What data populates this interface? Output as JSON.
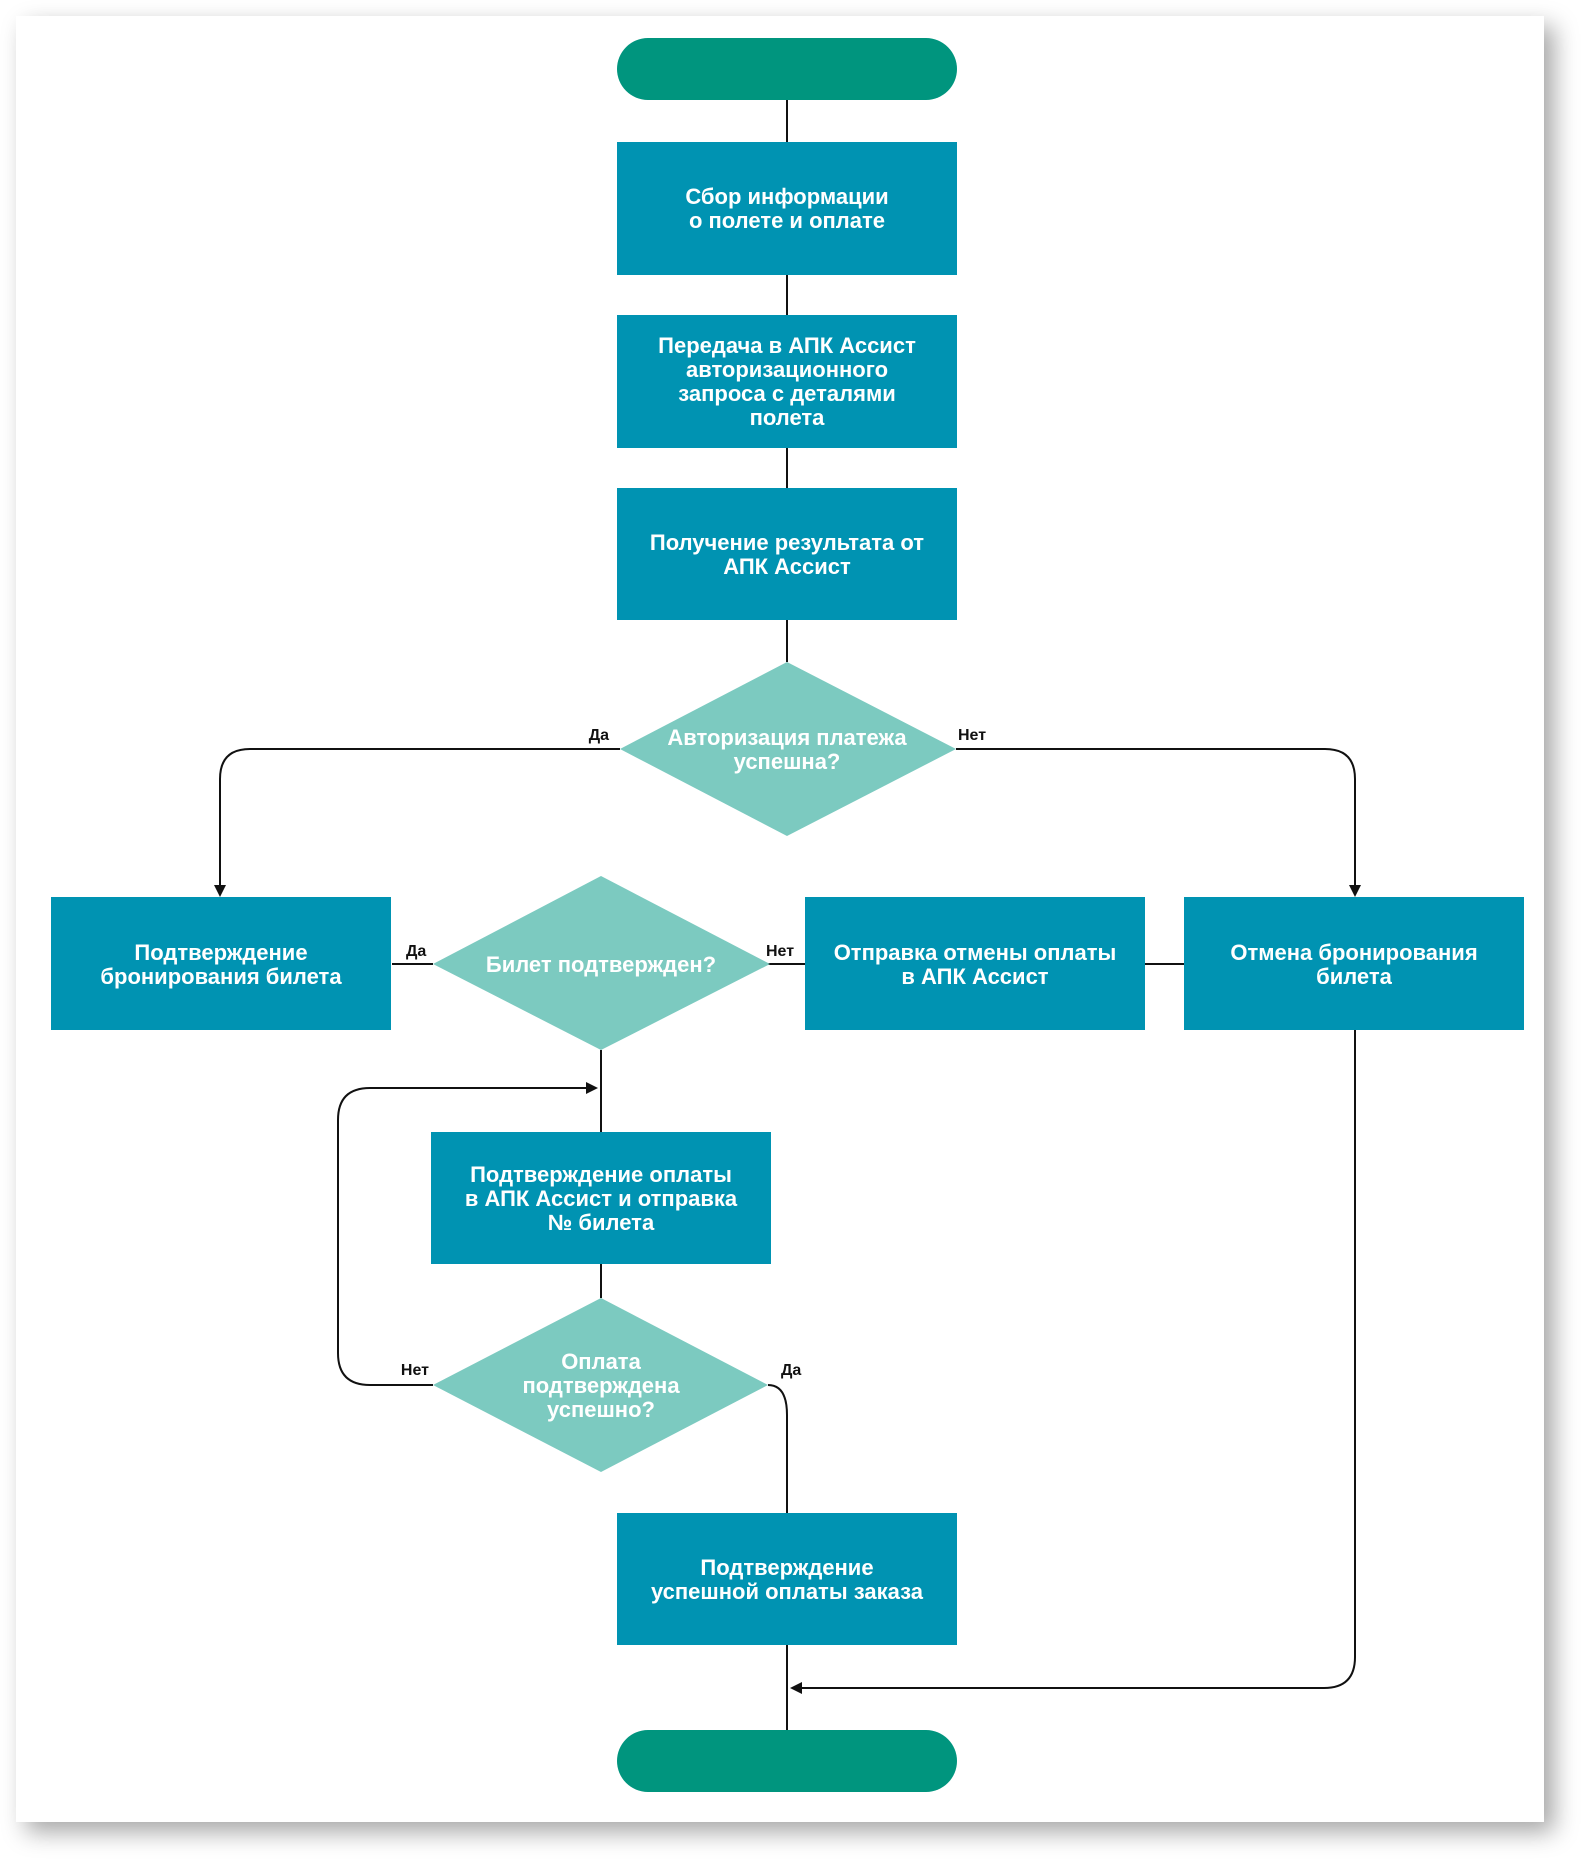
{
  "colors": {
    "terminal": "#00957e",
    "process": "#0093b2",
    "decision": "#7ccac0",
    "line": "#111111",
    "paper": "#ffffff",
    "shadow": "#b9b9b9"
  },
  "nodes": {
    "start": {
      "lines": []
    },
    "collect_info": {
      "lines": [
        "Сбор информации",
        "о полете и оплате"
      ]
    },
    "send_request": {
      "lines": [
        "Передача в АПК Ассист",
        "авторизационного",
        "запроса с деталями",
        "полета"
      ]
    },
    "get_result": {
      "lines": [
        "Получение результата от",
        "АПК Ассист"
      ]
    },
    "auth_decision": {
      "lines": [
        "Авторизация платежа",
        "успешна?"
      ]
    },
    "confirm_booking": {
      "lines": [
        "Подтверждение",
        "бронирования билета"
      ]
    },
    "ticket_decision": {
      "lines": [
        "Билет подтвержден?"
      ]
    },
    "send_cancel_payment": {
      "lines": [
        "Отправка отмены оплаты",
        "в АПК Ассист"
      ]
    },
    "cancel_booking": {
      "lines": [
        "Отмена бронирования",
        "билета"
      ]
    },
    "confirm_payment": {
      "lines": [
        "Подтверждение оплаты",
        "в АПК Ассист и отправка",
        "№ билета"
      ]
    },
    "payment_decision": {
      "lines": [
        "Оплата",
        "подтверждена",
        "успешно?"
      ]
    },
    "payment_success": {
      "lines": [
        "Подтверждение",
        "успешной оплаты заказа"
      ]
    },
    "end": {
      "lines": []
    }
  },
  "edge_labels": {
    "auth_yes": "Да",
    "auth_no": "Нет",
    "ticket_yes": "Да",
    "ticket_no": "Нет",
    "payment_no": "Нет",
    "payment_yes": "Да"
  }
}
